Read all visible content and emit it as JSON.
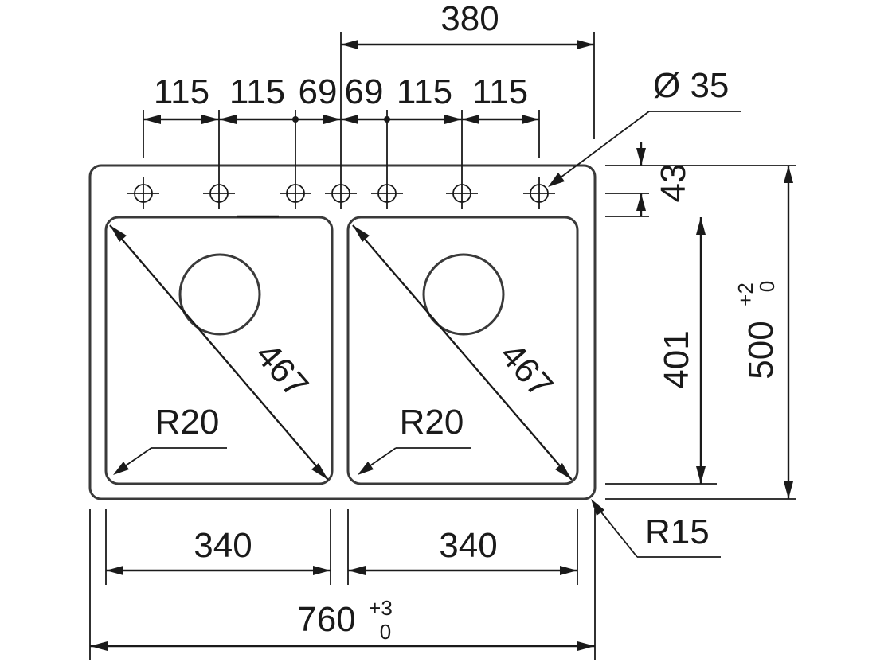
{
  "dimensions": {
    "top_span": "380",
    "tap_spacings": [
      "115",
      "115",
      "69",
      "69",
      "115",
      "115"
    ],
    "tap_hole_diameter": "Ø 35",
    "rim_offset": "43",
    "bowl_depth": "401",
    "total_depth": {
      "value": "500",
      "tol_upper": "+2",
      "tol_lower": "0"
    },
    "bowl_left_diagonal": "467",
    "bowl_right_diagonal": "467",
    "bowl_left_radius": "R20",
    "bowl_right_radius": "R20",
    "corner_radius": "R15",
    "bowl_left_width": "340",
    "bowl_right_width": "340",
    "total_width": {
      "value": "760",
      "tol_upper": "+3",
      "tol_lower": "0"
    }
  }
}
